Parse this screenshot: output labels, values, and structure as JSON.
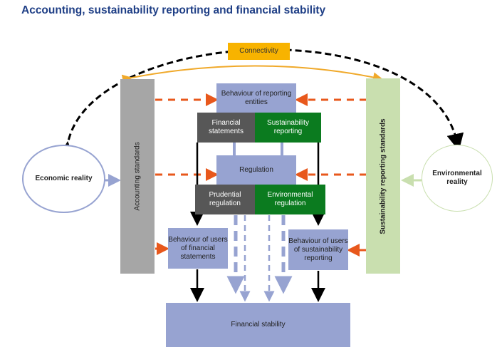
{
  "title": "Accounting, sustainability reporting and financial stability",
  "colors": {
    "title": "#1f3f86",
    "lavender": "#97a3d1",
    "dark_grey": "#575757",
    "green": "#0b7b1f",
    "connectivity": "#f8b300",
    "accounting_bar": "#a6a6a6",
    "sustainability_bar": "#c9dfaf",
    "orange_arrows": "#e8581c"
  },
  "nodes": {
    "connectivity": "Connectivity",
    "accounting_standards": "Accounting standards",
    "sustainability_standards": "Sustainability reporting standards",
    "economic_reality": "Economic reality",
    "environmental_reality": "Environmental reality",
    "behaviour_reporting": "Behaviour of reporting entities",
    "financial_statements": "Financial statements",
    "sustainability_reporting": "Sustainability reporting",
    "regulation": "Regulation",
    "prudential_regulation": "Prudential regulation",
    "environmental_regulation": "Environmental regulation",
    "users_financial": "Behaviour of users of financial statements",
    "users_sustainability": "Behaviour of users of sustainability reporting",
    "financial_stability": "Financial stability"
  }
}
